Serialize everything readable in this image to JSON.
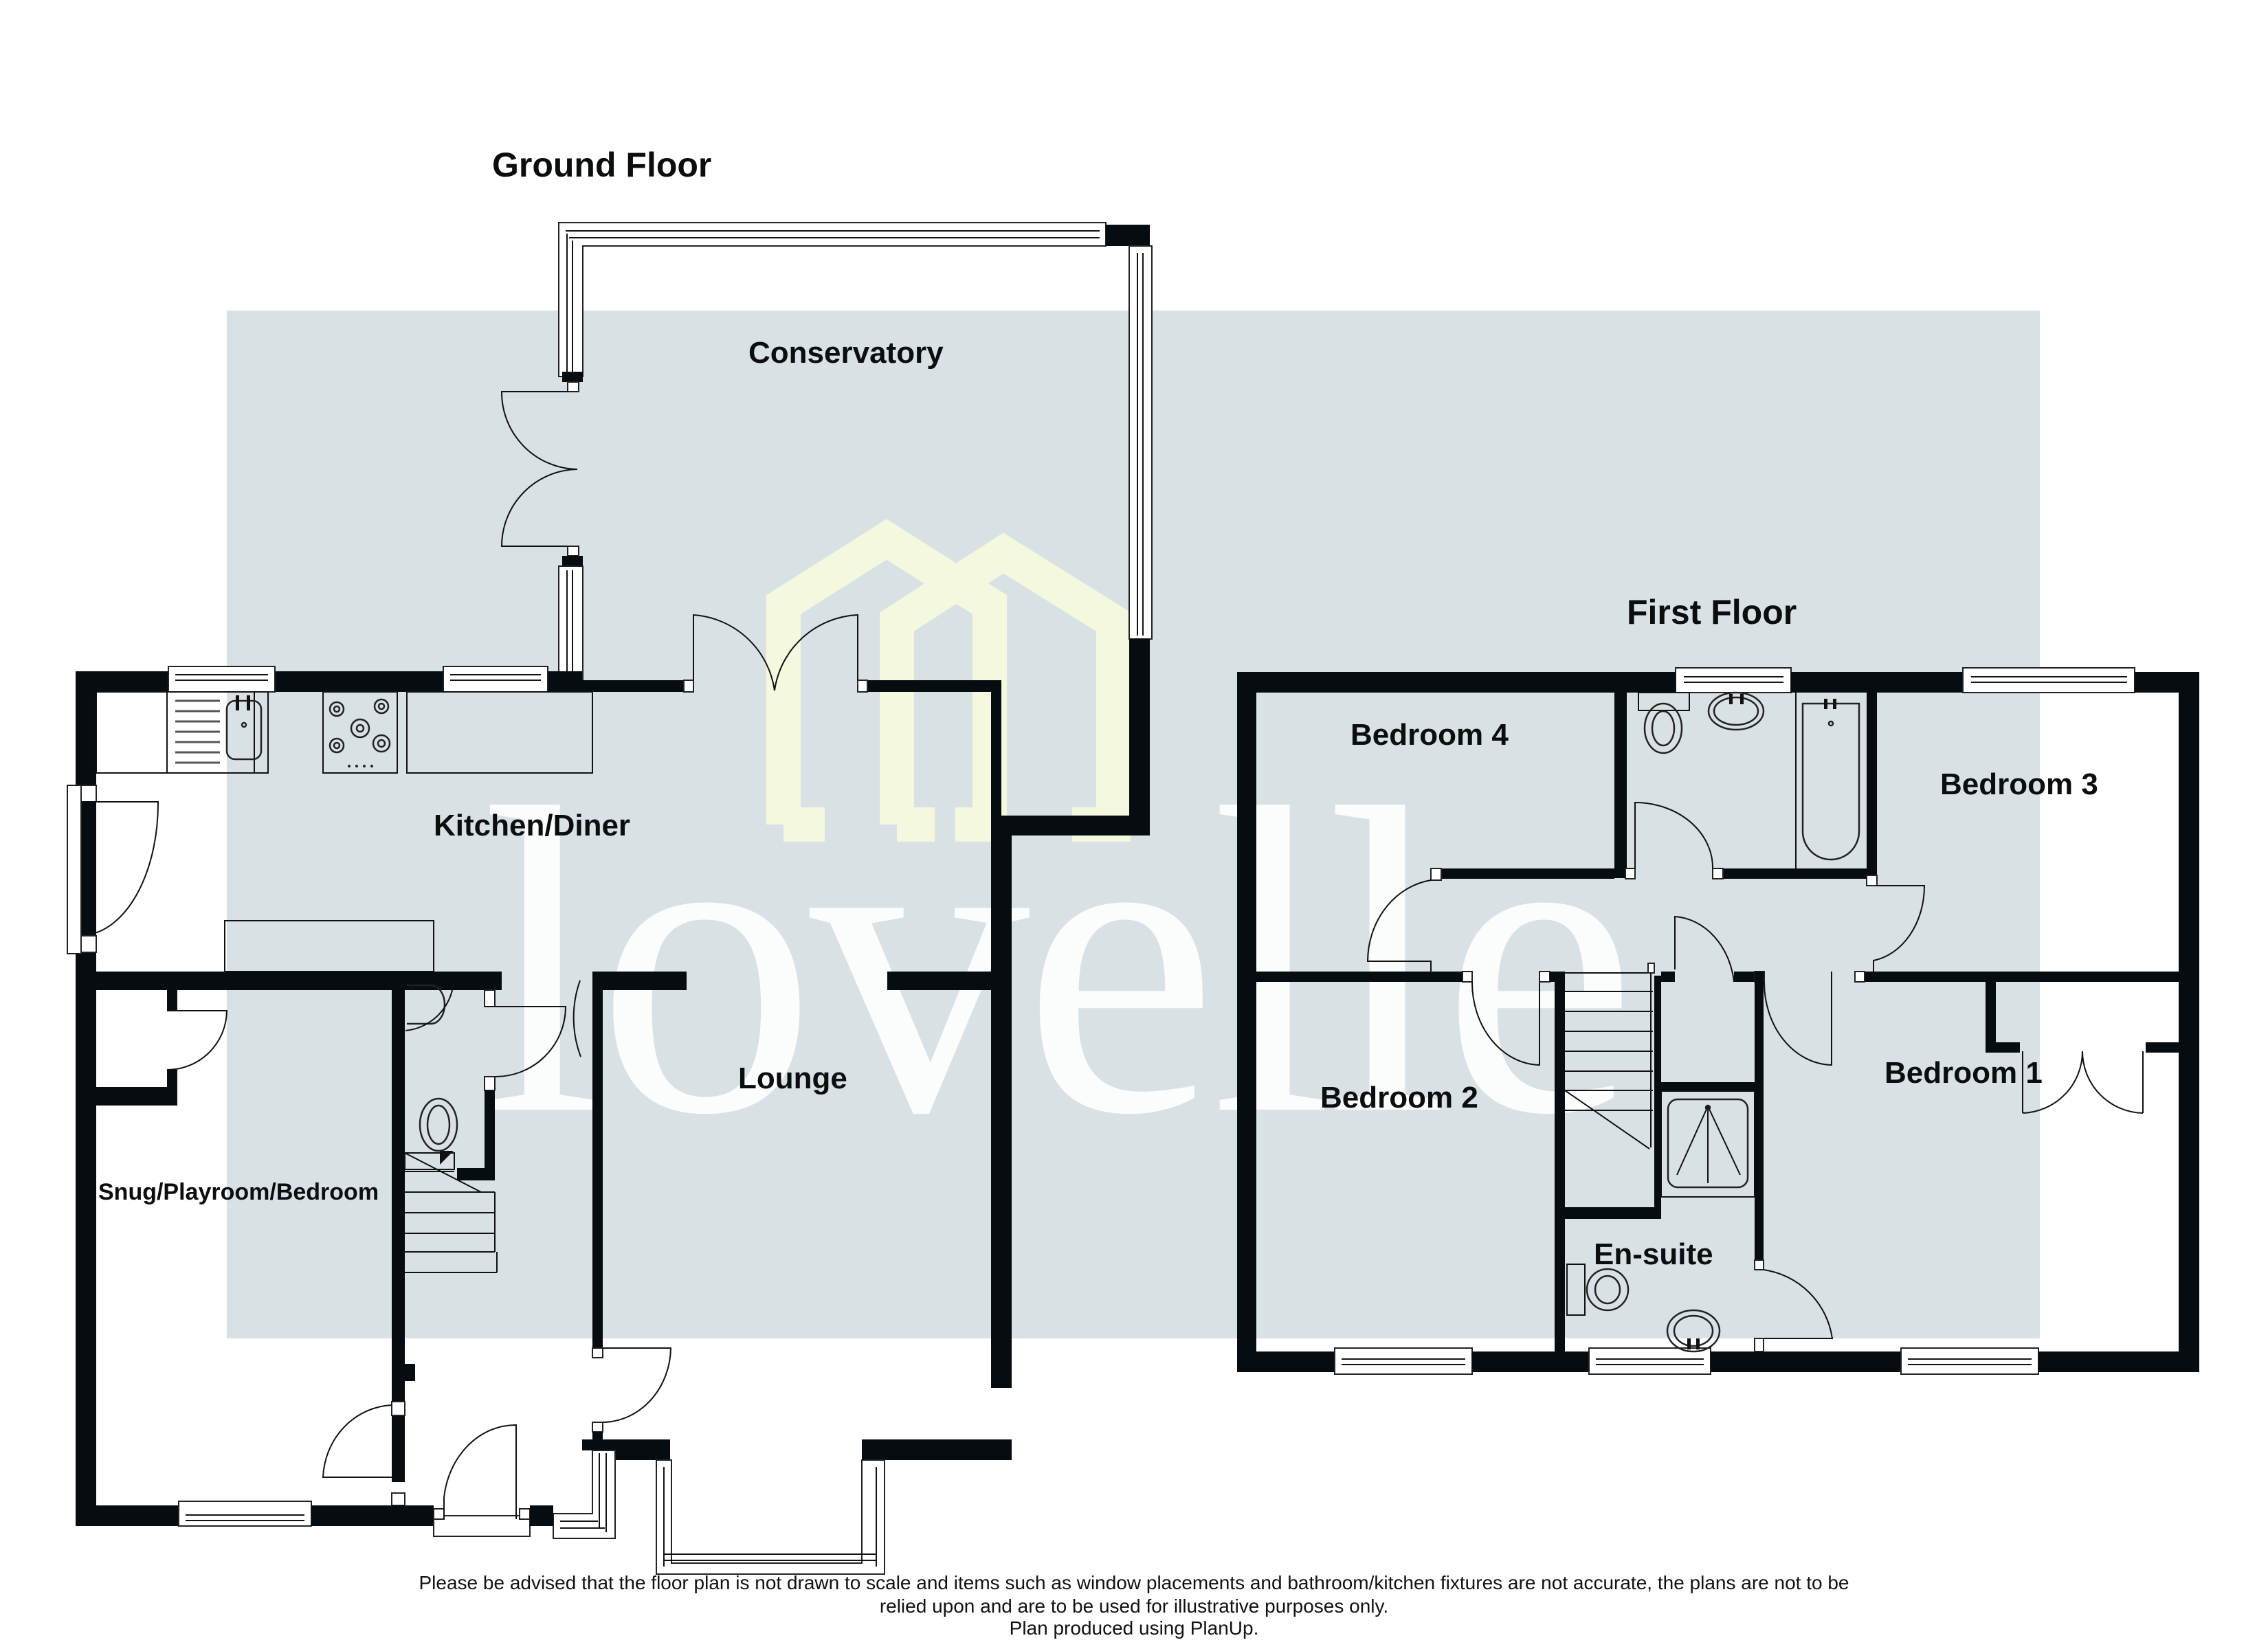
{
  "titles": {
    "ground_floor": "Ground Floor",
    "first_floor": "First Floor"
  },
  "ground_floor_rooms": {
    "conservatory": "Conservatory",
    "kitchen_diner": "Kitchen/Diner",
    "lounge": "Lounge",
    "snug": "Snug/Playroom/Bedroom"
  },
  "first_floor_rooms": {
    "bedroom_1": "Bedroom 1",
    "bedroom_2": "Bedroom 2",
    "bedroom_3": "Bedroom 3",
    "bedroom_4": "Bedroom 4",
    "en_suite": "En-suite"
  },
  "watermark": {
    "brand": "lovelle",
    "logo_icon": "double-house-logo-icon"
  },
  "disclaimer": {
    "line1": "Please be advised that the floor plan is not drawn to scale and items such as window placements and bathroom/kitchen fixtures are not accurate, the plans are not to be",
    "line2": "relied upon and are to be used for illustrative purposes only.",
    "line3": "Plan produced using PlanUp."
  },
  "colors": {
    "wall": "#060c10",
    "watermark_panel": "#d9e1e5",
    "logo": "#f4f8df",
    "background": "#ffffff",
    "text": "#0b0d0e"
  }
}
